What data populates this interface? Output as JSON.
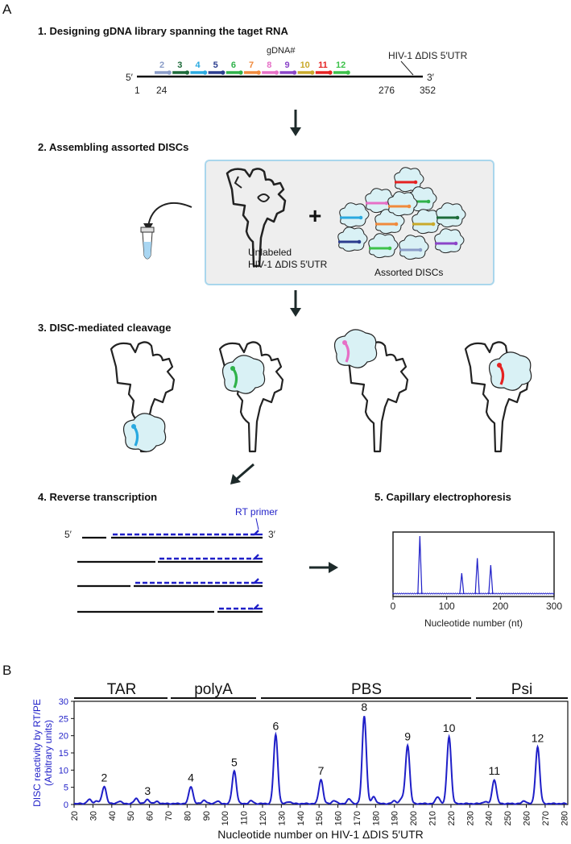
{
  "panel_a": {
    "letter": "A",
    "step1": {
      "title": "1. Designing gDNA library spanning the taget RNA",
      "gdna_label": "gDNA#",
      "rna_label": "HIV-1 ΔDIS 5′UTR",
      "five_prime": "5′",
      "three_prime": "3′",
      "positions": [
        "1",
        "24",
        "276",
        "352"
      ],
      "gdnas": [
        {
          "num": "2",
          "color": "#8a9cc8"
        },
        {
          "num": "3",
          "color": "#1d6b3a"
        },
        {
          "num": "4",
          "color": "#29a9e0"
        },
        {
          "num": "5",
          "color": "#2b3d8f"
        },
        {
          "num": "6",
          "color": "#2fb24a"
        },
        {
          "num": "7",
          "color": "#f08a3c"
        },
        {
          "num": "8",
          "color": "#e66fc6"
        },
        {
          "num": "9",
          "color": "#8b45c8"
        },
        {
          "num": "10",
          "color": "#c9a92a"
        },
        {
          "num": "11",
          "color": "#e52222"
        },
        {
          "num": "12",
          "color": "#3cc24a"
        }
      ]
    },
    "step2": {
      "title": "2. Assembling assorted DISCs",
      "unlabeled": [
        "Unlabeled",
        "HIV-1 ΔDIS 5′UTR"
      ],
      "plus": "+",
      "assorted": "Assorted DISCs"
    },
    "step3": {
      "title": "3. DISC-mediated cleavage"
    },
    "step4": {
      "title": "4. Reverse transcription",
      "primer": "RT primer",
      "five_prime": "5′",
      "three_prime": "3′"
    },
    "step5": {
      "title": "5. Capillary electrophoresis",
      "xlabel": "Nucleotide number (nt)",
      "xticks": [
        "0",
        "100",
        "200",
        "300"
      ]
    }
  },
  "panel_b": {
    "letter": "B",
    "regions": [
      "TAR",
      "polyA",
      "PBS",
      "Psi"
    ],
    "ylabel": [
      "DISC reactivity by RT/PE",
      "(Arbitrary units)"
    ],
    "xlabel": "Nucleotide number on HIV-1 ΔDIS 5′UTR",
    "peak_labels": [
      "2",
      "3",
      "4",
      "5",
      "6",
      "7",
      "8",
      "9",
      "10",
      "11",
      "12"
    ]
  },
  "chart_data": [
    {
      "type": "line",
      "title": "",
      "xlabel": "Nucleotide number (nt)",
      "ylabel": "",
      "xlim": [
        0,
        300
      ],
      "peaks": [
        {
          "x": 50,
          "y": 1.0
        },
        {
          "x": 128,
          "y": 0.36
        },
        {
          "x": 157,
          "y": 0.62
        },
        {
          "x": 182,
          "y": 0.5
        }
      ]
    },
    {
      "type": "line",
      "title": "",
      "xlabel": "Nucleotide number on HIV-1 ΔDIS 5′UTR",
      "ylabel": "DISC reactivity by RT/PE (Arbitrary units)",
      "xlim": [
        20,
        282
      ],
      "ylim": [
        0,
        30
      ],
      "xticks": [
        20,
        30,
        40,
        50,
        60,
        70,
        80,
        90,
        100,
        110,
        120,
        130,
        140,
        150,
        160,
        170,
        180,
        190,
        200,
        210,
        220,
        230,
        240,
        250,
        260,
        270,
        280
      ],
      "yticks": [
        0,
        5,
        10,
        15,
        20,
        25,
        30
      ],
      "series": [
        {
          "color": "#1f1fc8",
          "peaks": [
            {
              "label": "2",
              "x": 36,
              "y": 5
            },
            {
              "label": "3",
              "x": 59,
              "y": 1.2
            },
            {
              "label": "4",
              "x": 82,
              "y": 5
            },
            {
              "label": "5",
              "x": 105,
              "y": 9.5
            },
            {
              "label": "6",
              "x": 127,
              "y": 20
            },
            {
              "label": "7",
              "x": 151,
              "y": 7
            },
            {
              "label": "8",
              "x": 174,
              "y": 25.5
            },
            {
              "label": "9",
              "x": 197,
              "y": 17
            },
            {
              "label": "10",
              "x": 219,
              "y": 19.5
            },
            {
              "label": "11",
              "x": 243,
              "y": 7
            },
            {
              "label": "12",
              "x": 266,
              "y": 16.5
            }
          ],
          "minor_peaks": [
            {
              "x": 28,
              "y": 1.2
            },
            {
              "x": 32,
              "y": 0.8
            },
            {
              "x": 44,
              "y": 0.7
            },
            {
              "x": 53,
              "y": 1.5
            },
            {
              "x": 64,
              "y": 0.6
            },
            {
              "x": 89,
              "y": 1
            },
            {
              "x": 96,
              "y": 0.7
            },
            {
              "x": 114,
              "y": 0.8
            },
            {
              "x": 134,
              "y": 0.6
            },
            {
              "x": 158,
              "y": 0.9
            },
            {
              "x": 166,
              "y": 1.3
            },
            {
              "x": 179,
              "y": 2
            },
            {
              "x": 190,
              "y": 0.8
            },
            {
              "x": 194,
              "y": 1.5
            },
            {
              "x": 213,
              "y": 2
            },
            {
              "x": 238,
              "y": 0.6
            },
            {
              "x": 259,
              "y": 0.8
            }
          ]
        }
      ]
    }
  ]
}
